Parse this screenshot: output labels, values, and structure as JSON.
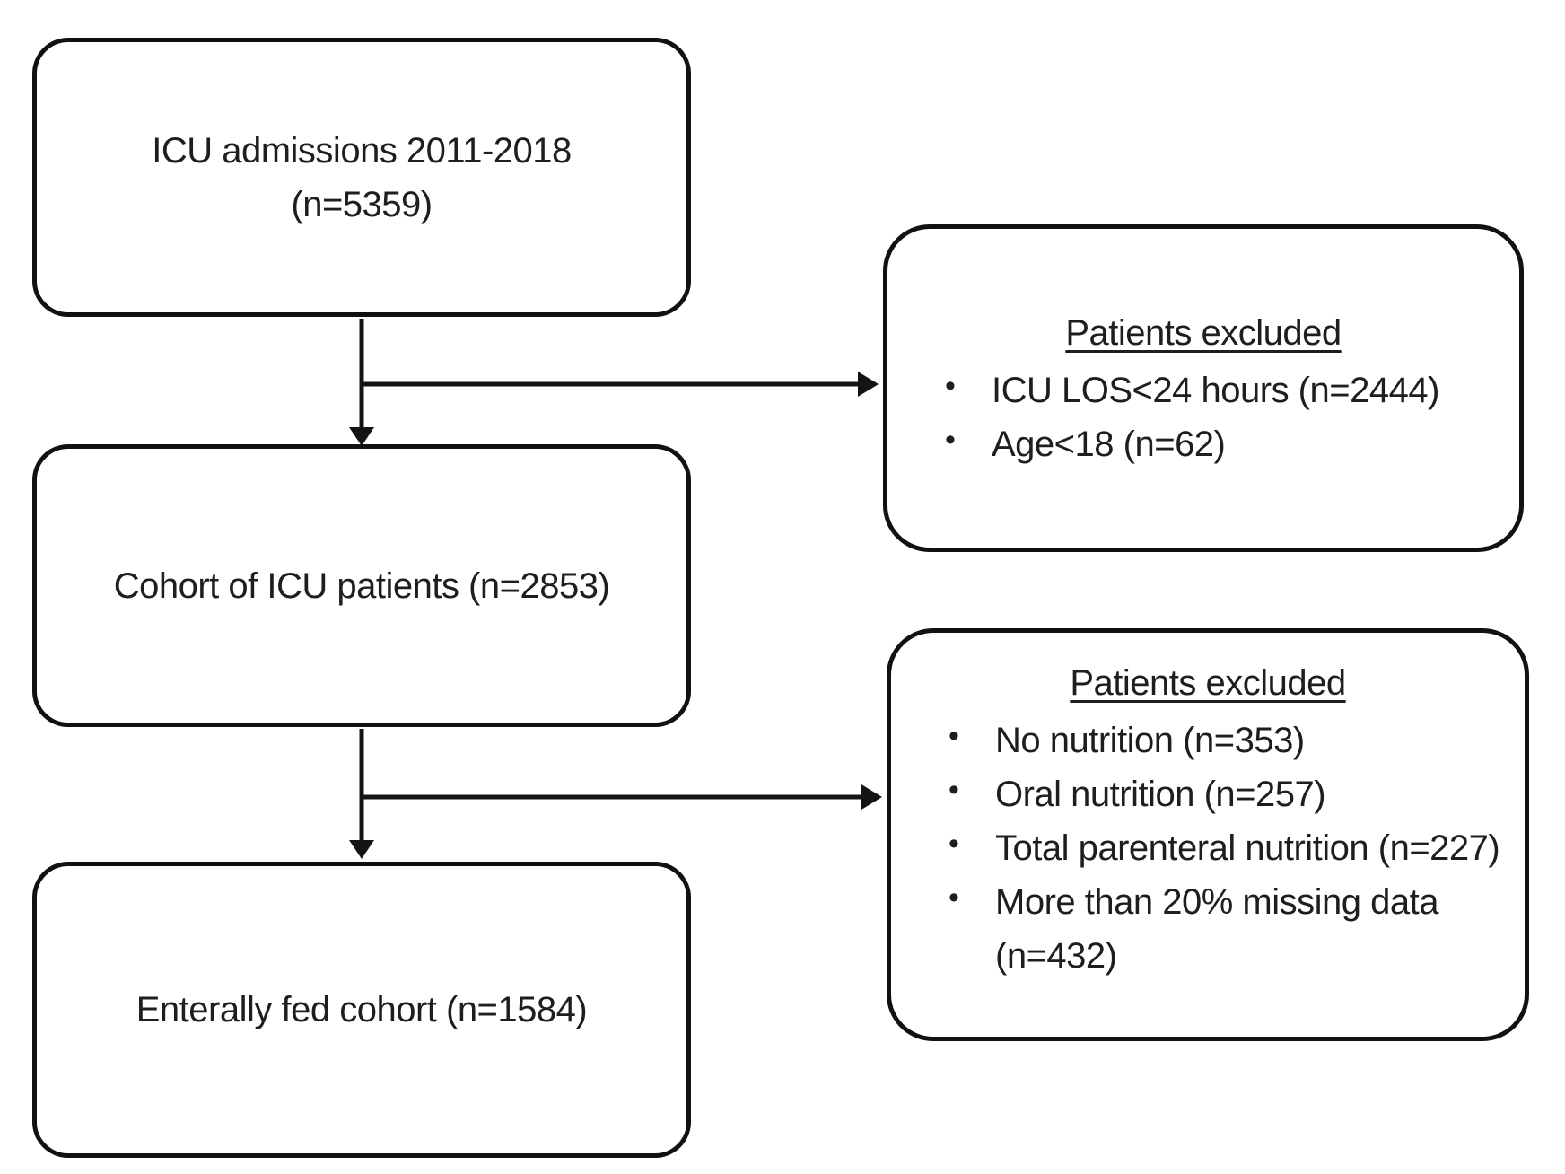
{
  "diagram": {
    "background_color": "#ffffff",
    "line_color": "#141414",
    "text_color": "#1e1e1e",
    "boxes": {
      "icu_admissions": {
        "line1": "ICU admissions 2011-2018",
        "line2": "(n=5359)"
      },
      "cohort": {
        "line1": "Cohort of ICU patients (n=2853)"
      },
      "enterally_fed": {
        "line1": "Enterally fed cohort (n=1584)"
      },
      "excluded_1": {
        "title": "Patients excluded",
        "items": [
          "ICU LOS<24 hours (n=2444)",
          "Age<18 (n=62)"
        ]
      },
      "excluded_2": {
        "title": "Patients excluded",
        "items": [
          "No nutrition (n=353)",
          "Oral nutrition (n=257)",
          "Total parenteral nutrition (n=227)",
          "More than 20% missing data (n=432)"
        ]
      }
    }
  }
}
